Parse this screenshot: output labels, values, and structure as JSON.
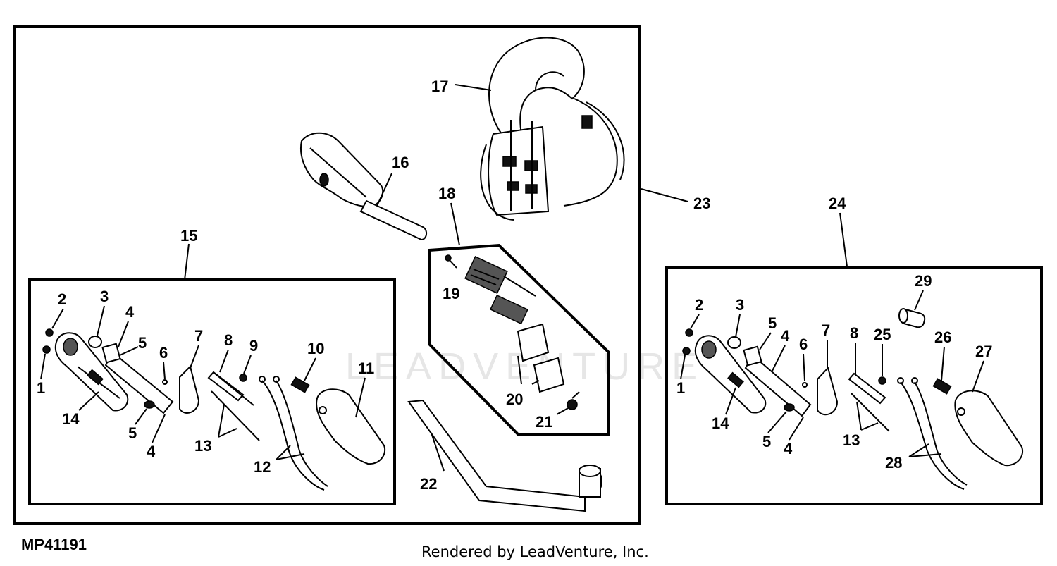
{
  "figure_id": "MP41191",
  "credit": "Rendered by LeadVenture, Inc.",
  "watermark": "LEADVENTURE",
  "callouts": {
    "main_1": "1",
    "main_2": "2",
    "main_3": "3",
    "main_4a": "4",
    "main_4b": "4",
    "main_5a": "5",
    "main_5b": "5",
    "main_6": "6",
    "main_7": "7",
    "main_8": "8",
    "main_9": "9",
    "main_10": "10",
    "main_11": "11",
    "main_12": "12",
    "main_13": "13",
    "main_14": "14",
    "main_15": "15",
    "main_16": "16",
    "main_17": "17",
    "main_18": "18",
    "main_19": "19",
    "main_20": "20",
    "main_21": "21",
    "main_22": "22",
    "main_23": "23",
    "right_24": "24",
    "right_1": "1",
    "right_2": "2",
    "right_3": "3",
    "right_4a": "4",
    "right_4b": "4",
    "right_5a": "5",
    "right_5b": "5",
    "right_6": "6",
    "right_7": "7",
    "right_8": "8",
    "right_13": "13",
    "right_14": "14",
    "right_25": "25",
    "right_26": "26",
    "right_27": "27",
    "right_28": "28",
    "right_29": "29"
  }
}
